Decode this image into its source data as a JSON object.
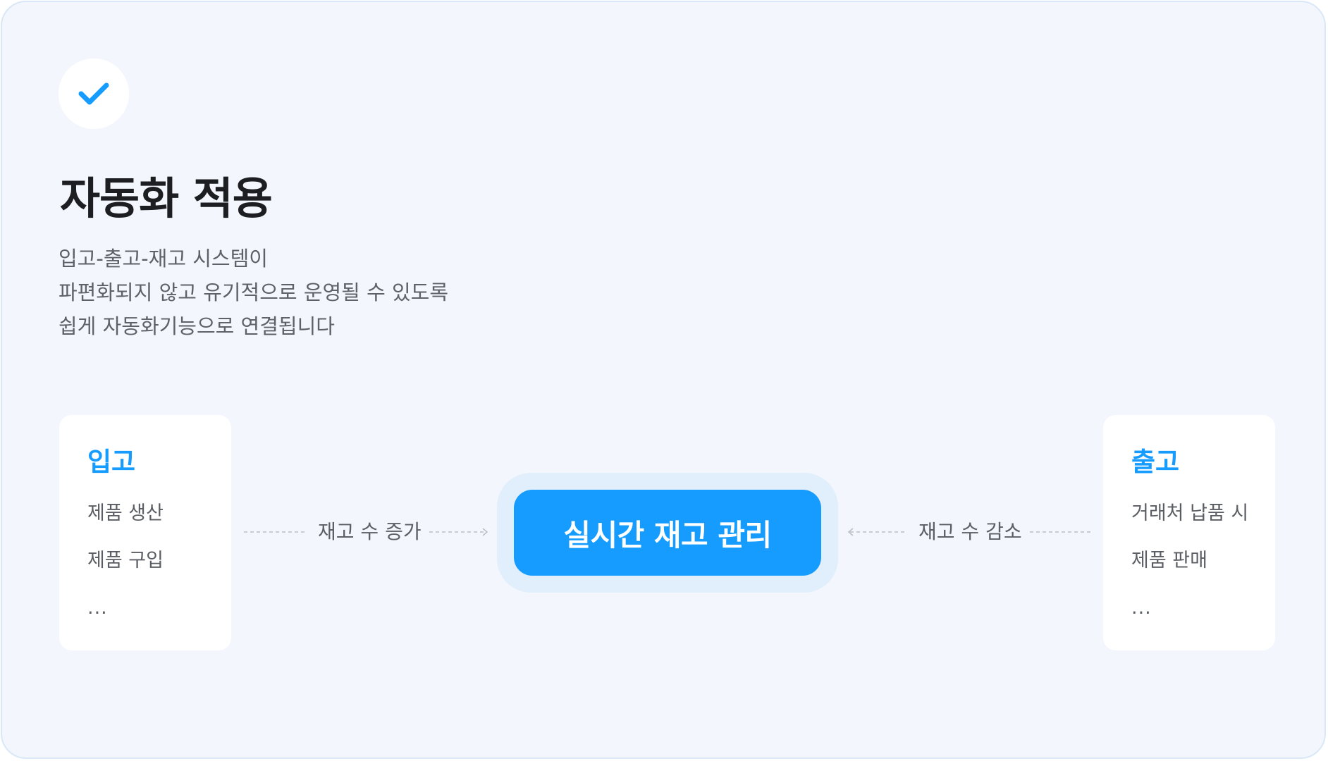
{
  "header": {
    "check_icon": "check-icon",
    "title": "자동화 적용",
    "description": [
      "입고-출고-재고 시스템이",
      "파편화되지 않고 유기적으로 운영될 수 있도록",
      "쉽게 자동화기능으로 연결됩니다"
    ]
  },
  "inbound": {
    "title": "입고",
    "items": [
      "제품 생산",
      "제품 구입",
      "..."
    ]
  },
  "outbound": {
    "title": "출고",
    "items": [
      "거래처 납품 시",
      "제품 판매",
      "..."
    ]
  },
  "flows": {
    "increase_label": "재고 수 증가",
    "decrease_label": "재고 수 감소"
  },
  "center": {
    "label": "실시간 재고 관리"
  },
  "colors": {
    "accent": "#169cff",
    "background": "#f3f7fd",
    "border": "#d9e7f7",
    "glow": "#e1effc",
    "title_text": "#1c1e22",
    "body_text": "#5e6268"
  }
}
